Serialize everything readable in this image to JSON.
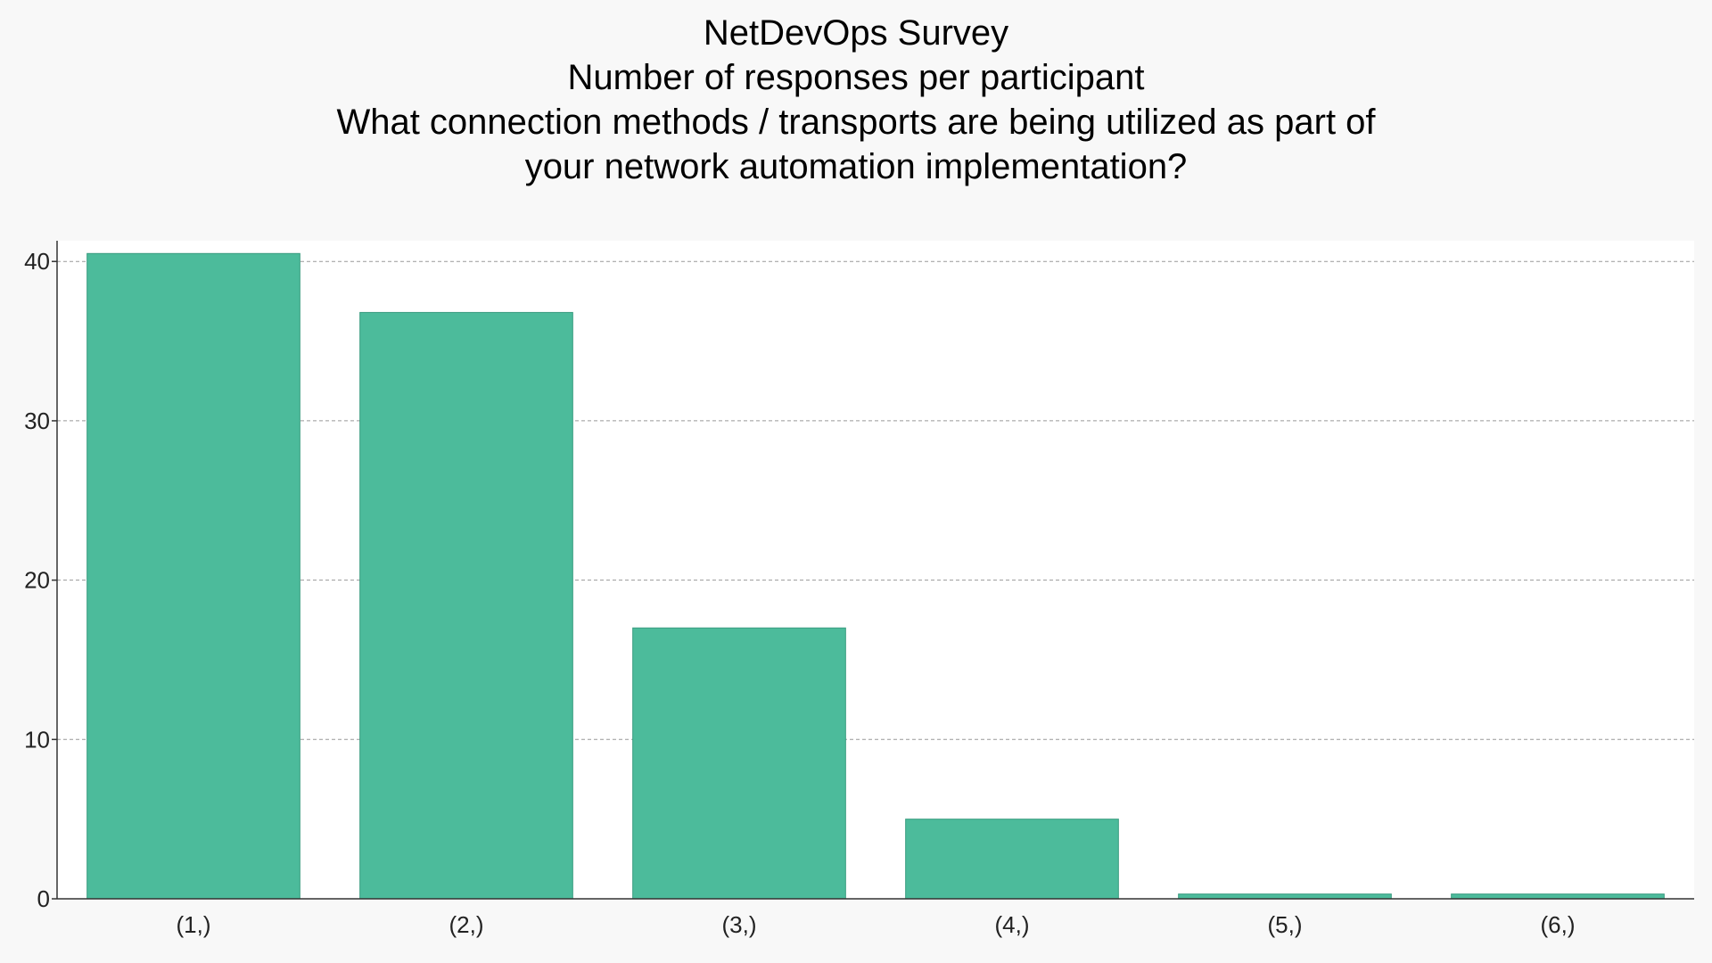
{
  "chart_data": {
    "type": "bar",
    "title_lines": [
      "NetDevOps Survey",
      "Number of responses per participant",
      "What connection methods / transports are being utilized as part of",
      "your network automation implementation?"
    ],
    "xlabel": "",
    "ylabel": "",
    "categories": [
      "(1,)",
      "(2,)",
      "(3,)",
      "(4,)",
      "(5,)",
      "(6,)"
    ],
    "values": [
      40.5,
      36.8,
      17,
      5,
      0.3,
      0.3
    ],
    "ylim": [
      0,
      41.3
    ],
    "yticks": [
      0,
      10,
      20,
      30,
      40
    ],
    "grid": true,
    "bar_color": "#4cbb9b",
    "bar_edge_color": "#3a9c80"
  }
}
